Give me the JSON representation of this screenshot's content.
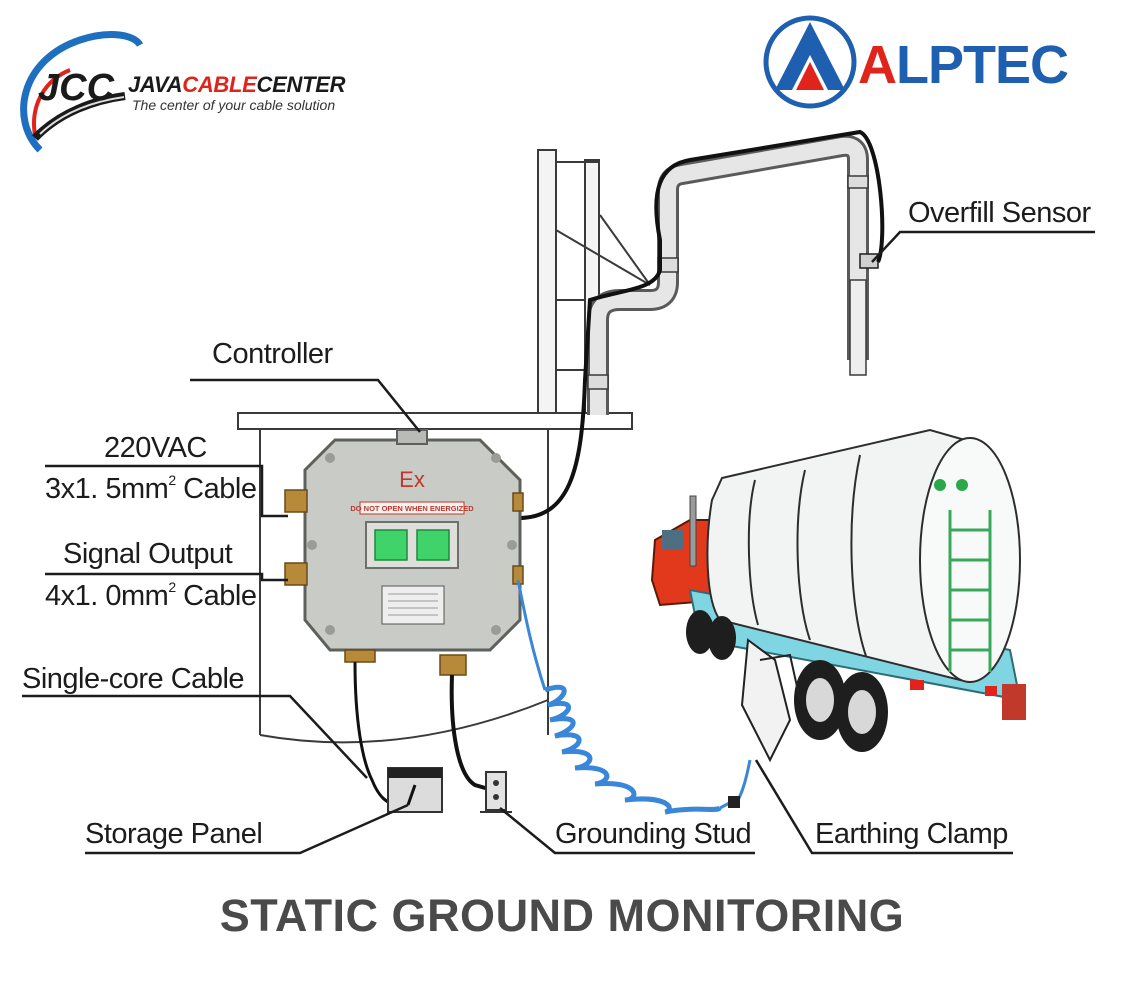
{
  "logos": {
    "jcc_monogram": "JCC",
    "jcc_name_a": "JAVA",
    "jcc_name_b": "CABLE",
    "jcc_name_c": "CENTER",
    "jcc_tagline": "The center of your cable solution",
    "alptec_a": "A",
    "alptec_b": "LPTEC"
  },
  "labels": {
    "overfill_sensor": "Overfill Sensor",
    "controller": "Controller",
    "power_line1": "220VAC",
    "power_line2_a": "3x1. 5mm",
    "power_line2_sup": "2",
    "power_line2_b": " Cable",
    "signal_line1": "Signal Output",
    "signal_line2_a": "4x1. 0mm",
    "signal_line2_sup": "2",
    "signal_line2_b": " Cable",
    "single_core": "Single-core Cable",
    "storage_panel": "Storage Panel",
    "grounding_stud": "Grounding Stud",
    "earthing_clamp": "Earthing Clamp"
  },
  "device": {
    "ex_mark": "Ex",
    "warning": "DO NOT OPEN WHEN ENERGIZED"
  },
  "title": "STATIC GROUND MONITORING",
  "colors": {
    "accent_red": "#e0231b",
    "accent_blue": "#1f5fb0",
    "coil_blue": "#3a86d8",
    "indicator_green": "#3fd36a",
    "truck_red": "#e2381c",
    "chassis_teal": "#7fd6e2"
  }
}
